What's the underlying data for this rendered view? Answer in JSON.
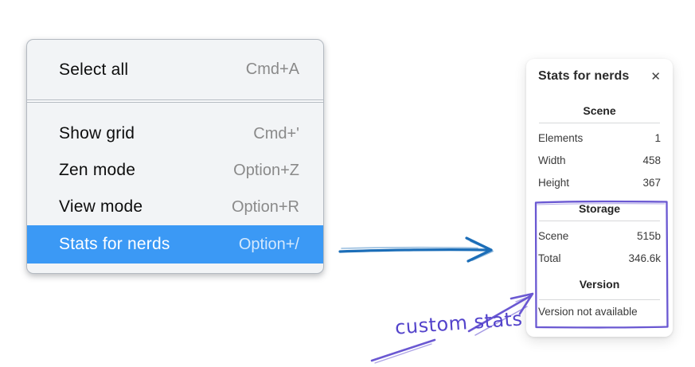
{
  "menu": {
    "sections": [
      {
        "items": [
          {
            "label": "Select all",
            "shortcut": "Cmd+A",
            "highlighted": false
          }
        ]
      },
      {
        "items": [
          {
            "label": "Show grid",
            "shortcut": "Cmd+'",
            "highlighted": false
          },
          {
            "label": "Zen mode",
            "shortcut": "Option+Z",
            "highlighted": false
          },
          {
            "label": "View mode",
            "shortcut": "Option+R",
            "highlighted": false
          },
          {
            "label": "Stats for nerds",
            "shortcut": "Option+/",
            "highlighted": true
          }
        ]
      }
    ]
  },
  "stats_panel": {
    "title": "Stats for nerds",
    "close_icon": "✕",
    "sections": [
      {
        "header": "Scene",
        "rows": [
          {
            "label": "Elements",
            "value": "1"
          },
          {
            "label": "Width",
            "value": "458"
          },
          {
            "label": "Height",
            "value": "367"
          }
        ]
      },
      {
        "header": "Storage",
        "rows": [
          {
            "label": "Scene",
            "value": "515b"
          },
          {
            "label": "Total",
            "value": "346.6k"
          }
        ]
      },
      {
        "header": "Version",
        "rows": [],
        "note": "Version not available"
      }
    ]
  },
  "annotation": {
    "label": "custom stats"
  },
  "colors": {
    "menu_highlight": "#3b99f5",
    "menu_background": "#f2f4f6",
    "menu_border": "#b4bac1",
    "arrow_blue": "#1c6eb8",
    "annotation_purple": "#6a58d2",
    "annotation_text_purple": "#5343cb",
    "panel_background": "#ffffff"
  }
}
